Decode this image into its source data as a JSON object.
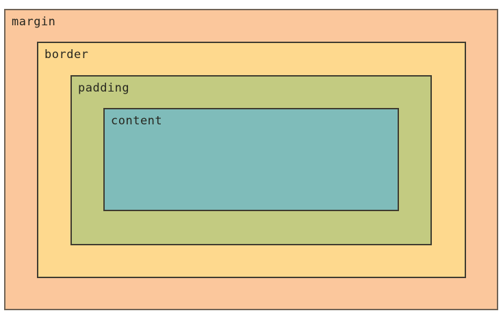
{
  "diagram": {
    "border_line_color": "#3f3c30",
    "outer_line_color": "#6f6355",
    "text_color": "#26261f",
    "canvas_background": "#ffffff",
    "boxes": {
      "margin": {
        "label": "margin",
        "fill": "#fbc79c"
      },
      "border": {
        "label": "border",
        "fill": "#fed98e"
      },
      "padding": {
        "label": "padding",
        "fill": "#c3cb81"
      },
      "content": {
        "label": "content",
        "fill": "#7fbcba"
      }
    }
  }
}
